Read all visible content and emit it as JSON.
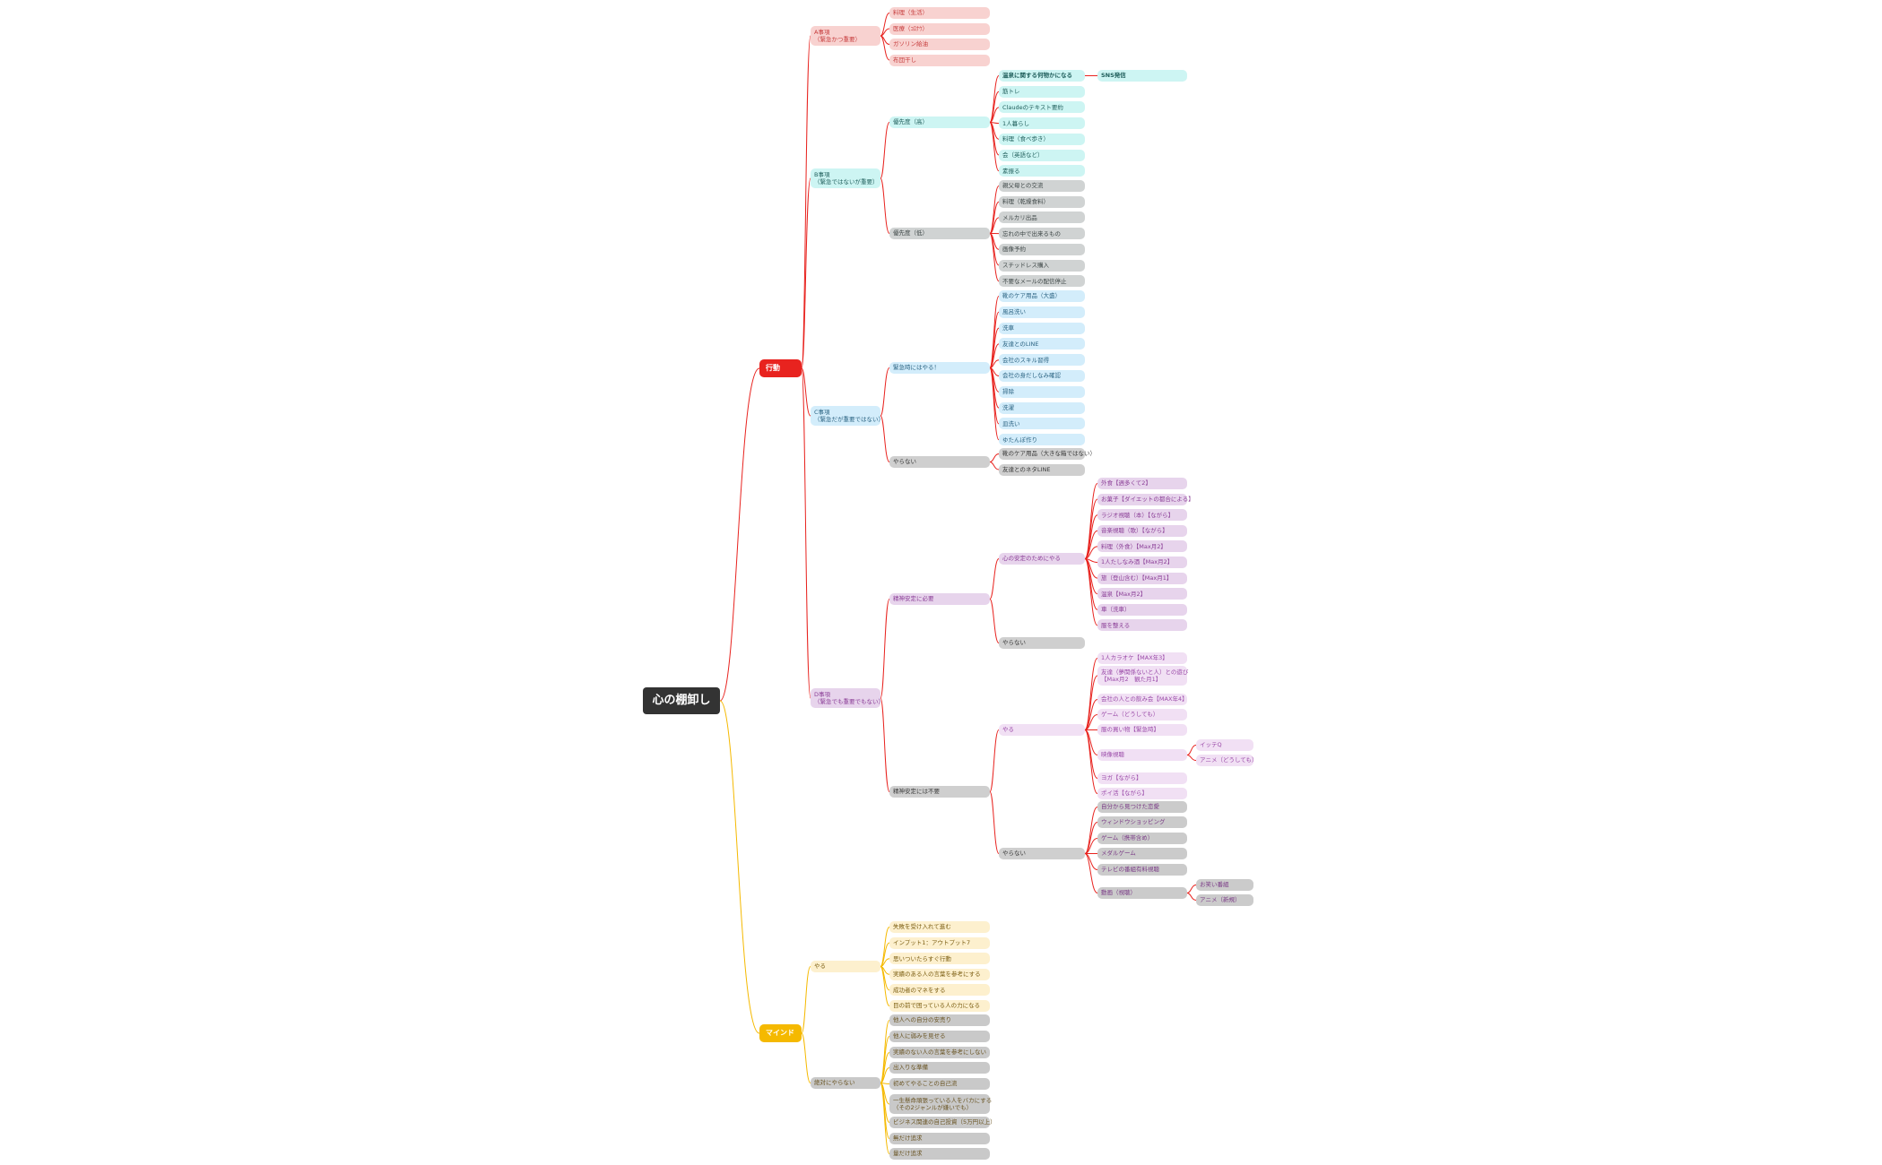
{
  "mindmap": {
    "root": "心の棚卸し",
    "colors": {
      "red_branch": "#e8231f",
      "yellow_branch": "#f5b900"
    },
    "branches": {
      "action": "行動",
      "mind": "マインド"
    },
    "A": {
      "label": [
        "A事項",
        "（緊急かつ重要）"
      ],
      "items": [
        "料理（生活）",
        "医療（ｺﾛﾅｳ）",
        "ガソリン給油",
        "布団干し"
      ]
    },
    "B": {
      "label": [
        "B事項",
        "（緊急ではないが重要）"
      ],
      "high": {
        "label": "優先度（高）",
        "items": [
          "温泉に関する何物かになる",
          "筋トレ",
          "Claudeのテキスト要約",
          "1人暮らし",
          "料理（食べ歩き）",
          "会（英語など）",
          "素振る"
        ],
        "sub": "SNS発信"
      },
      "low": {
        "label": "優先度（低）",
        "items": [
          "親父母との交流",
          "料理（乾燥食料）",
          "メルカリ出品",
          "忘れの中で出来るもの",
          "画像予約",
          "スチッドレス購入",
          "不要なメールの配信停止"
        ]
      }
    },
    "C": {
      "label": [
        "C事項",
        "（緊急だが重要ではない）"
      ],
      "do": {
        "label": "緊急時にはやる！",
        "items": [
          "靴のケア用品（大盛）",
          "風呂洗い",
          "洗車",
          "友達とのLINE",
          "会社のスキル習得",
          "会社の身だしなみ確認",
          "掃除",
          "洗濯",
          "皿洗い",
          "ゆたんぽ作り"
        ]
      },
      "dont": {
        "label": "やらない",
        "items": [
          "靴のケア用品（大きな箱ではない）",
          "友達とのネタLINE"
        ]
      }
    },
    "D": {
      "label": [
        "D事項",
        "（緊急でも重要でもない）"
      ],
      "need": {
        "label": "精神安定に必要",
        "do": {
          "label": "心の安定のためにやる",
          "items": [
            "外食【週多くて2】",
            "お菓子【ダイエットの都合による】",
            "ラジオ視聴（本）【ながら】",
            "音楽視聴（歌）【ながら】",
            "料理（外食）【Max月2】",
            "1人たしなみ酒【Max月2】",
            "旅（登山含む）【Max月1】",
            "温泉【Max月2】",
            "車（洗車）",
            "服を整える"
          ]
        },
        "dont": {
          "label": "やらない"
        }
      },
      "notneed": {
        "label": "精神安定には不要",
        "do": {
          "label": "やる",
          "items": [
            "1人カラオケ【MAX年3】",
            [
              "友達（夢関係ないと人）との遊び",
              "【Max月2　観た月1】"
            ],
            "会社の人との飲み会【MAX年4】",
            "ゲーム（どうしても）",
            "服の買い物【緊急時】",
            "映像視聴",
            "ヨガ【ながら】",
            "ポイ活【ながら】"
          ],
          "video": [
            "イッテQ",
            "アニメ（どうしても）"
          ]
        },
        "dont": {
          "label": "やらない",
          "items": [
            "自分から見つけた恋愛",
            "ウィンドウショッピング",
            "ゲーム（携帯含め）",
            "メダルゲーム",
            "テレビの番組有料視聴",
            "動画（視聴）"
          ],
          "video": [
            "お笑い番組",
            "アニメ（新規）"
          ]
        }
      }
    },
    "mind": {
      "do": {
        "label": "やる",
        "items": [
          "失敗を受け入れて進む",
          "インプット1：アウトプット7",
          "思いついたらすぐ行動",
          "実績のある人の言葉を参考にする",
          "成功者のマネをする",
          "目の前で困っている人の力になる"
        ]
      },
      "dont": {
        "label": "絶対にやらない",
        "items": [
          "他人への自分の安売り",
          "他人に弱みを見せる",
          "実績のない人の言葉を参考にしない",
          "出入りな準備",
          "初めてやることの自己流",
          [
            "一生懸命頑張っている人をバカにする",
            "（その2ジャンルが嫌いでも）"
          ],
          "ビジネス関連の自己投資（5万円以上）",
          "無だけ追求",
          "量だけ追求"
        ]
      }
    }
  }
}
